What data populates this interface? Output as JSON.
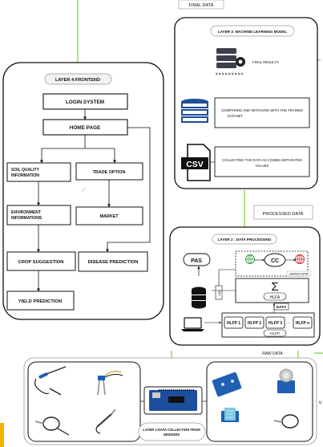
{
  "labels": {
    "final_data": "FINAL DATA",
    "processed_data": "PROCESSED DATA",
    "raw_data": "RAW DATA"
  },
  "layer3": {
    "title": "LAYER 3: MACHINE LEARNING MODEL",
    "final_results": "FINAL RESULTS",
    "comparing": "COMPARING AND MATCHING WITH THE TRAINED",
    "comparing_2": "DATASET",
    "collecting": "COLLECTING THE DATA AS COMMA SEPARATED",
    "collecting_2": "VALUES",
    "csv": "CSV"
  },
  "layer4": {
    "title": "LAYER 4:FRONTEND",
    "login": "LOGIN SYSTEM",
    "home": "HOME PAGE",
    "soil_1": "SOIL QUALITY",
    "soil_2": "INFORMATION",
    "trade": "TRADE OPTION",
    "env_1": "ENVIRONMENT",
    "env_2": "INFORMATIONS",
    "market": "MARKET",
    "crop": "CROP SUGGESTION",
    "disease": "DISEASE PREDICTION",
    "yield": "YIELD PREDICTION"
  },
  "layer2": {
    "title": "LAYER 2 : DATA PROCESSING",
    "pas": "PAS",
    "cc": "CC",
    "context_state": "CONTEXT STATE",
    "sigma": "Σ",
    "hlfa": "HLFA",
    "data": "DATA",
    "lbd": "LBD",
    "hlfp1": "HLFP 1",
    "hlfp2": "HLFP 2",
    "hlfp3": "HLFP 3",
    "hlfpn": "HLFP n",
    "hlfp": "HLFP",
    "node_left": "",
    "node_right": ""
  },
  "layer1": {
    "title_1": "LAYER 1:DATA COLLECTION FROM",
    "title_2": "SENSORS",
    "side_mark": "u"
  },
  "colors": {
    "green_line": "#7ccf3a",
    "dark": "#111111",
    "accent_yellow": "#f5b301",
    "screen_blue": "#1f5fb4",
    "board_blue": "#1b4f9e"
  }
}
